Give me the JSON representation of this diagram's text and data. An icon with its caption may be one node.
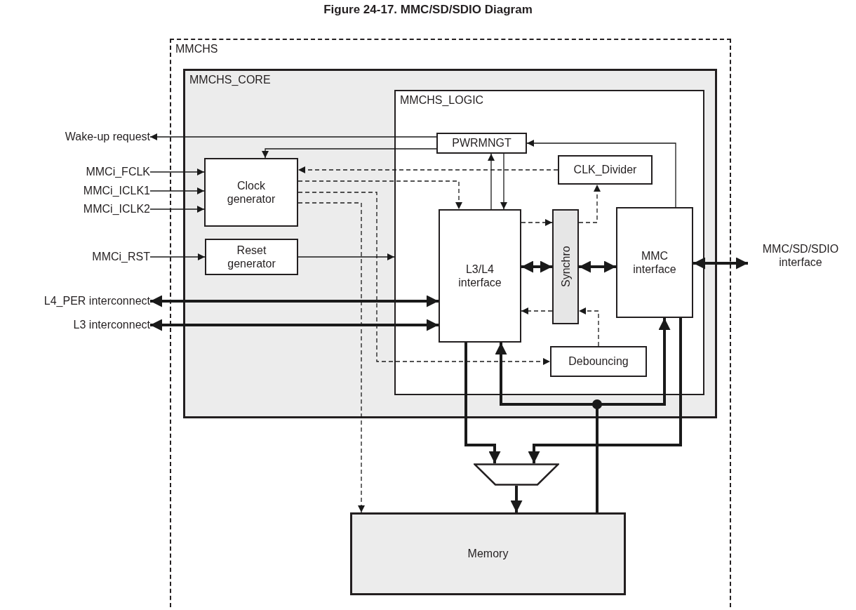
{
  "diagram": {
    "title": "Figure 24-17. MMC/SD/SDIO Diagram",
    "nodes": [
      {
        "text": [
          "MMCHS"
        ]
      },
      {
        "text": [
          "MMCHS_CORE"
        ],
        "in": 0
      },
      {
        "text": [
          "MMCHS_LOGIC"
        ],
        "in": 1
      },
      {
        "text": [
          "PWRMNGT"
        ],
        "in": 2
      },
      {
        "text": [
          "CLK_Divider"
        ],
        "in": 2
      },
      {
        "text": [
          "Clock generator"
        ],
        "in": 1
      },
      {
        "text": [
          "Reset generator"
        ],
        "in": 1
      },
      {
        "text": [
          "L3/L4 interface"
        ],
        "in": 2
      },
      {
        "text": [
          "Synchro"
        ],
        "in": 2
      },
      {
        "text": [
          "MMC interface"
        ],
        "in": 2
      },
      {
        "text": [
          "Debouncing"
        ],
        "in": 2
      },
      {
        "text": [],
        "shape": "trapezoid",
        "in": 0
      },
      {
        "text": [
          "Memory"
        ],
        "in": 0
      },
      {
        "text": [
          "Wake-up request"
        ]
      },
      {
        "text": [
          "MMCi_FCLK"
        ]
      },
      {
        "text": [
          "MMCi_ICLK1"
        ]
      },
      {
        "text": [
          "MMCi_ICLK2"
        ]
      },
      {
        "text": [
          "MMCi_RST"
        ]
      },
      {
        "text": [
          "L4_PER interconnect"
        ]
      },
      {
        "text": [
          "L3 interconnect"
        ]
      },
      {
        "text": [
          "MMC/SD/SDIO interface"
        ]
      }
    ],
    "edges": [
      {
        "from": 3,
        "to": 13,
        "arrow": "to"
      },
      {
        "from": 3,
        "to": 5,
        "arrow": "to"
      },
      {
        "from": 14,
        "to": 5,
        "arrow": "to"
      },
      {
        "from": 15,
        "to": 5,
        "arrow": "to"
      },
      {
        "from": 16,
        "to": 5,
        "arrow": "to"
      },
      {
        "from": 4,
        "to": 5,
        "arrow": "to",
        "style": "dashed"
      },
      {
        "from": 5,
        "to": 7,
        "arrow": "to",
        "style": "dashed"
      },
      {
        "from": 5,
        "to": 10,
        "arrow": "to",
        "style": "dashed"
      },
      {
        "from": 5,
        "to": 12,
        "arrow": "to",
        "style": "dashed"
      },
      {
        "from": 17,
        "to": 6,
        "arrow": "to"
      },
      {
        "from": 6,
        "to": 2,
        "arrow": "to"
      },
      {
        "from": 7,
        "to": 3,
        "arrow": "to"
      },
      {
        "from": 3,
        "to": 7,
        "arrow": "to"
      },
      {
        "from": 9,
        "to": 3,
        "arrow": "to"
      },
      {
        "from": 18,
        "to": 7,
        "arrow": "both",
        "style": "thick"
      },
      {
        "from": 19,
        "to": 7,
        "arrow": "both",
        "style": "thick"
      },
      {
        "from": 7,
        "to": 8,
        "arrow": "to",
        "style": "dashed"
      },
      {
        "from": 8,
        "to": 4,
        "arrow": "to",
        "style": "dashed"
      },
      {
        "from": 7,
        "to": 8,
        "arrow": "both",
        "style": "thick"
      },
      {
        "from": 8,
        "to": 9,
        "arrow": "both",
        "style": "thick"
      },
      {
        "from": 8,
        "to": 7,
        "arrow": "to",
        "style": "dashed"
      },
      {
        "from": 10,
        "to": 8,
        "arrow": "to",
        "style": "dashed"
      },
      {
        "from": 9,
        "to": 20,
        "arrow": "both",
        "style": "thick"
      },
      {
        "from": 7,
        "to": 11,
        "arrow": "to",
        "style": "thick"
      },
      {
        "from": 9,
        "to": 11,
        "arrow": "to",
        "style": "thick"
      },
      {
        "from": 11,
        "to": 12,
        "arrow": "to",
        "style": "thick"
      },
      {
        "from": 12,
        "to": 7,
        "arrow": "to",
        "style": "thick"
      },
      {
        "from": 12,
        "to": 9,
        "arrow": "to",
        "style": "thick"
      }
    ]
  }
}
